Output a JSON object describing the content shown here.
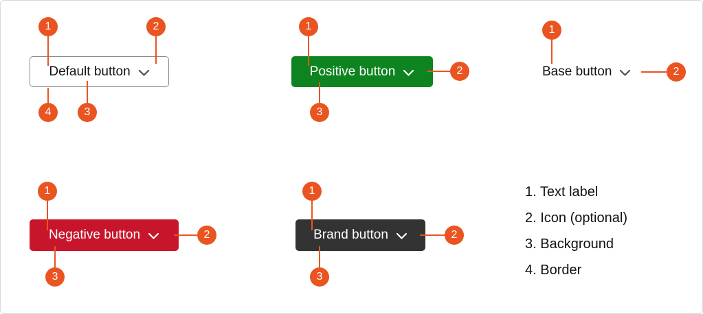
{
  "diagram": {
    "description": "Button anatomy diagram with numbered callouts"
  },
  "groups": {
    "default": {
      "label": "Default button",
      "marker_1": "1",
      "marker_2": "2",
      "marker_3": "3",
      "marker_4": "4"
    },
    "positive": {
      "label": "Positive button",
      "marker_1": "1",
      "marker_2": "2",
      "marker_3": "3"
    },
    "base": {
      "label": "Base button",
      "marker_1": "1",
      "marker_2": "2"
    },
    "negative": {
      "label": "Negative button",
      "marker_1": "1",
      "marker_2": "2",
      "marker_3": "3"
    },
    "brand": {
      "label": "Brand button",
      "marker_1": "1",
      "marker_2": "2",
      "marker_3": "3"
    }
  },
  "legend": {
    "items": [
      "1. Text label",
      "2. Icon (optional)",
      "3. Background",
      "4. Border"
    ]
  },
  "icons": {
    "button_dropdown": "chevron-down"
  },
  "colors": {
    "callout_orange": "#E95420",
    "positive_green": "#0E8420",
    "negative_red": "#C7162B",
    "brand_dark": "#333333",
    "default_border_gray": "#8a8a8a",
    "text_dark": "#111111",
    "frame_border": "#d9d9d9"
  }
}
